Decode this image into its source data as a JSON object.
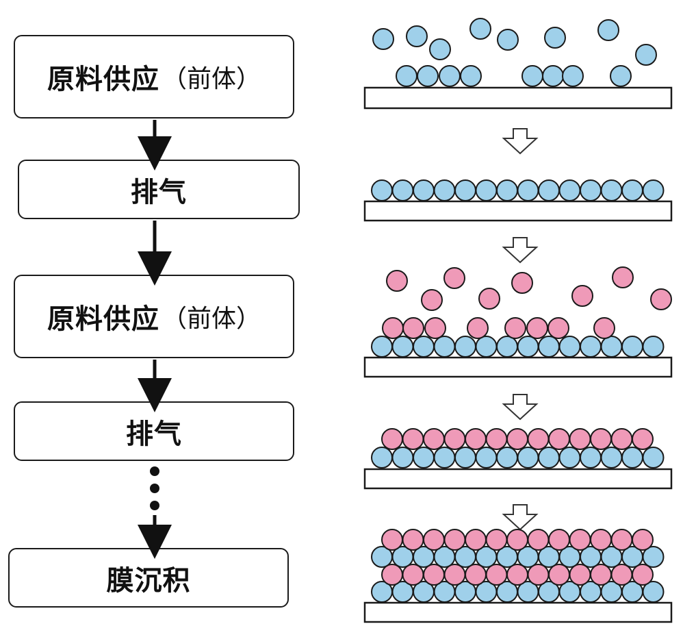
{
  "steps": [
    {
      "main": "原料供应",
      "sub": "（前体）"
    },
    {
      "main": "排气",
      "sub": ""
    },
    {
      "main": "原料供应",
      "sub": "（前体）"
    },
    {
      "main": "排气",
      "sub": ""
    },
    {
      "main": "膜沉积",
      "sub": ""
    }
  ],
  "colors": {
    "precursor_a": "#9fd0ea",
    "precursor_b": "#ef9ab8",
    "outline": "#1a1a1a",
    "substrate": "#ffffff"
  },
  "icons": [
    "down-arrow-icon",
    "hollow-down-arrow-icon",
    "ellipsis-dots-icon"
  ]
}
